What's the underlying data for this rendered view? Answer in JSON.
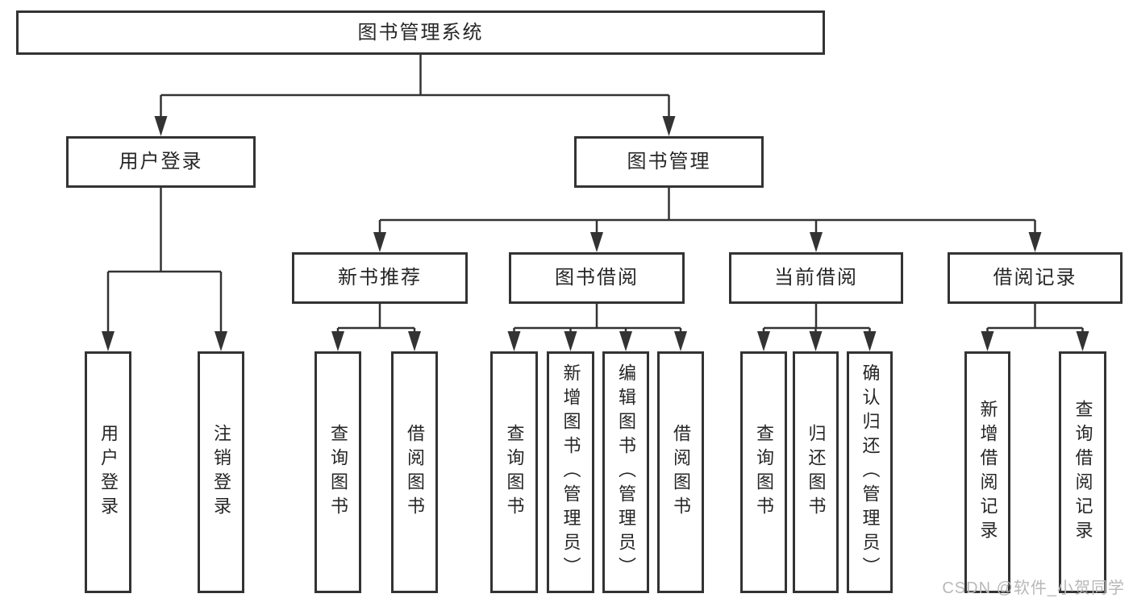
{
  "colors": {
    "line": "#333333",
    "text": "#262626",
    "background": "#ffffff",
    "watermark": "#b8b8b8"
  },
  "watermark": {
    "text": "CSDN @软件_小贺同学"
  },
  "tree": {
    "root": {
      "label": "图书管理系统"
    },
    "branches": [
      {
        "label": "用户登录",
        "children": [
          {
            "label": "用户登录"
          },
          {
            "label": "注销登录"
          }
        ]
      },
      {
        "label": "图书管理",
        "sections": [
          {
            "label": "新书推荐",
            "children": [
              {
                "label": "查询图书"
              },
              {
                "label": "借阅图书"
              }
            ]
          },
          {
            "label": "图书借阅",
            "children": [
              {
                "label": "查询图书"
              },
              {
                "label": "新增图书（管理员）"
              },
              {
                "label": "编辑图书（管理员）"
              },
              {
                "label": "借阅图书"
              }
            ]
          },
          {
            "label": "当前借阅",
            "children": [
              {
                "label": "查询图书"
              },
              {
                "label": "归还图书"
              },
              {
                "label": "确认归还（管理员）"
              }
            ]
          },
          {
            "label": "借阅记录",
            "children": [
              {
                "label": "新增借阅记录"
              },
              {
                "label": "查询借阅记录"
              }
            ]
          }
        ]
      }
    ]
  }
}
